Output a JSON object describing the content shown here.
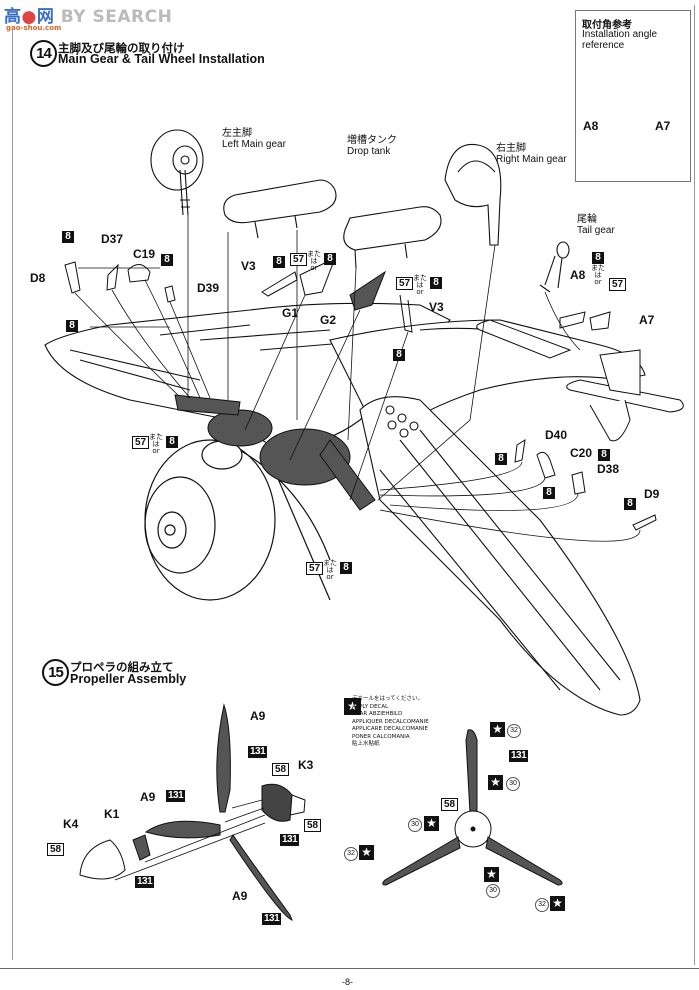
{
  "watermark": {
    "text_cn": "高",
    "text_cn2": "网",
    "text": "BY SEARCH",
    "sub": "gao-shou.com"
  },
  "page_number": "-8-",
  "step14": {
    "number": "14",
    "title_jp": "主脚及び尾輪の取り付け",
    "title_en": "Main Gear &  Tail Wheel Installation",
    "reference_box": {
      "title_jp": "取付角参考",
      "title_en": "Installation angle reference",
      "labels": [
        "A8",
        "A7"
      ]
    },
    "callouts": {
      "left_main_gear": {
        "jp": "左主脚",
        "en": "Left Main gear"
      },
      "drop_tank": {
        "jp": "増槽タンク",
        "en": "Drop tank"
      },
      "right_main_gear": {
        "jp": "右主脚",
        "en": "Right Main gear"
      },
      "tail_gear": {
        "jp": "尾輪",
        "en": "Tail gear"
      }
    },
    "parts": [
      "D8",
      "D37",
      "C19",
      "D39",
      "V3",
      "G1",
      "G2",
      "V3",
      "A8",
      "A7",
      "D40",
      "C20",
      "D38",
      "D9"
    ],
    "paint_codes": {
      "main": "8",
      "alt": "57",
      "or_jp": "または",
      "or_en": "or"
    }
  },
  "step15": {
    "number": "15",
    "title_jp": "プロペラの組み立て",
    "title_en": "Propeller Assembly",
    "parts": [
      "A9",
      "K3",
      "A9",
      "K1",
      "K4",
      "A9"
    ],
    "paint_codes": [
      "58",
      "131"
    ],
    "decal_note": [
      "デカールをはってください。",
      "APPLY DECAL",
      "HEAR ABZIEHBILD",
      "APPLIQUER DECALCOMANIE",
      "APPLICARE DECALCOMANIE",
      "PONER CALCOMANIA",
      "貼上水貼紙"
    ],
    "decal_numbers": [
      "32",
      "30",
      "30",
      "32",
      "30",
      "32"
    ],
    "star_icon": "★"
  }
}
